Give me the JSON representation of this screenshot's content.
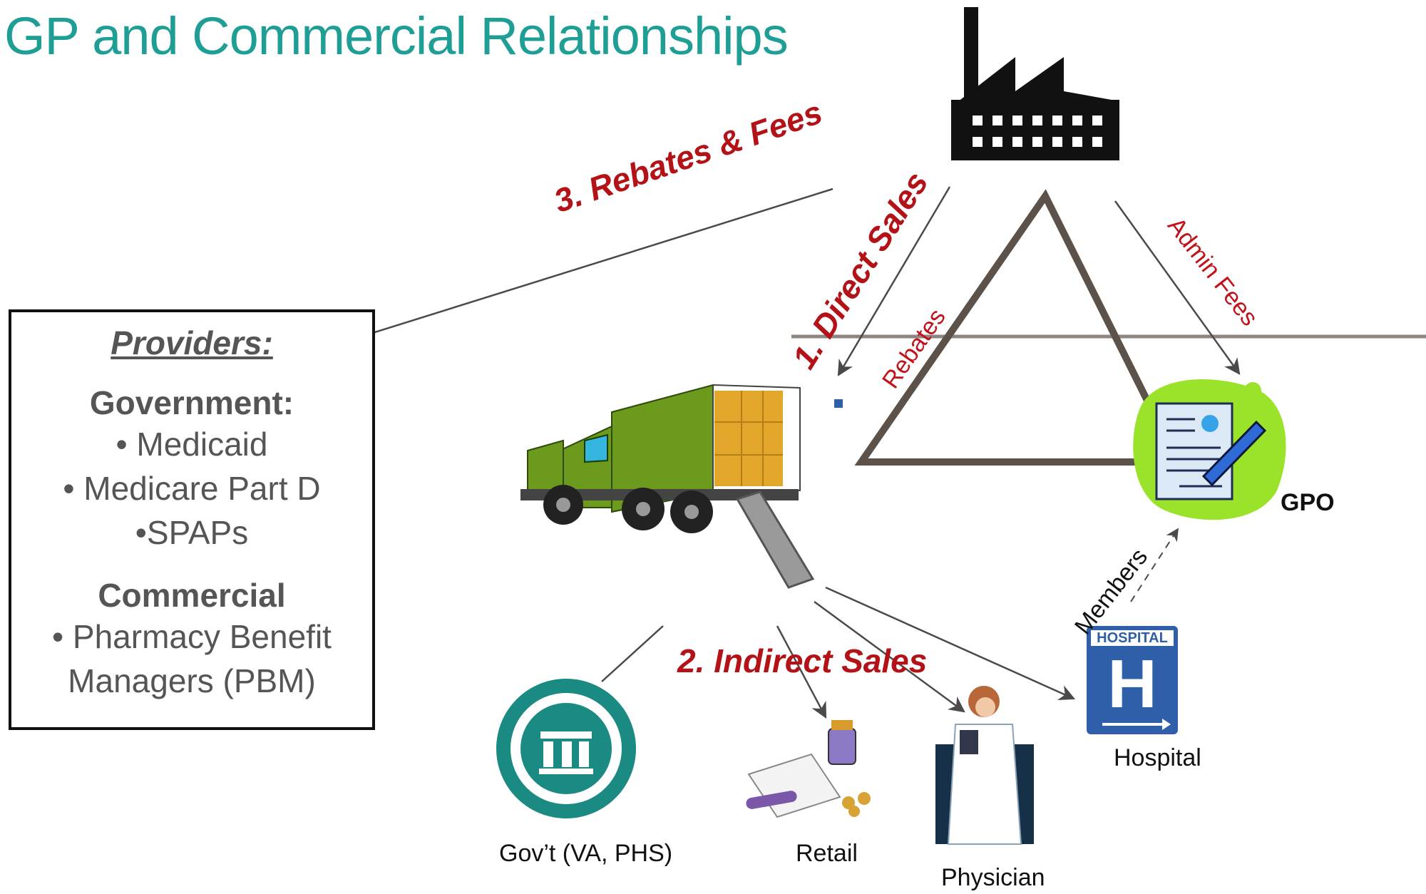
{
  "title": "GP and Commercial Relationships",
  "providers": {
    "heading": "Providers:",
    "government_heading": "Government:",
    "government_items": [
      "• Medicaid",
      "• Medicare Part D",
      "•SPAPs"
    ],
    "commercial_heading": "Commercial",
    "commercial_items": [
      "• Pharmacy Benefit",
      "Managers (PBM)"
    ]
  },
  "flows": {
    "direct_sales": "1. Direct Sales",
    "indirect_sales": "2. Indirect Sales",
    "rebates_fees": "3. Rebates & Fees",
    "rebates": "Rebates",
    "admin_fees": "Admin Fees",
    "members": "Members"
  },
  "entities": {
    "gpo": "GPO",
    "hospital": "Hospital",
    "hospital_sign": "HOSPITAL",
    "hospital_letter": "H",
    "govt": "Gov’t (VA, PHS)",
    "retail": "Retail",
    "physician": "Physician"
  },
  "colors": {
    "title": "#1f9e96",
    "flow_red": "#b31217",
    "truck_green": "#6b9a1d",
    "gpo_green": "#9be22a",
    "govt_teal": "#1a8a82",
    "hospital_blue": "#2e5fa8",
    "triangle": "#5c524a"
  }
}
